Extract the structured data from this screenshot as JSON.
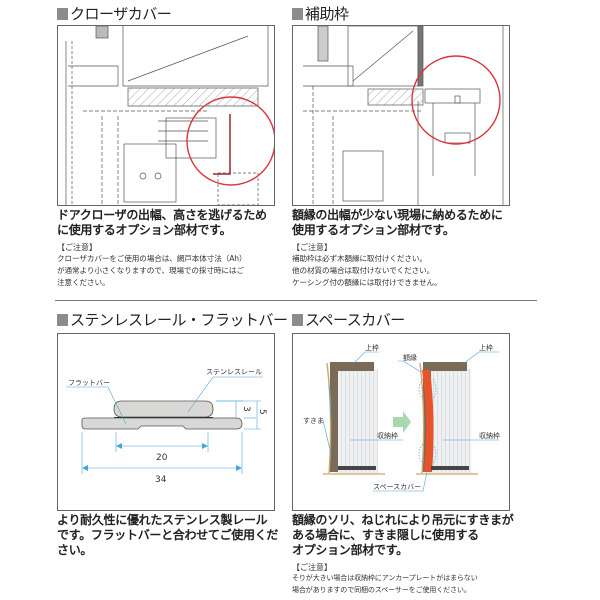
{
  "sections": [
    {
      "title": "クローザカバー",
      "description": [
        "ドアクローザの出幅、高さを逃げるため",
        "に使用するオプション部材です。"
      ],
      "note_heading": "【ご注意】",
      "notes": [
        "クローザカバーをご使用の場合は、網戸本体寸法（Ah）",
        "が通常より小さくなりますので、現場での採寸時にはご",
        "注意ください。"
      ]
    },
    {
      "title": "補助枠",
      "description": [
        "額縁の出幅が少ない現場に納めるために",
        "使用するオプション部材です。"
      ],
      "note_heading": "【ご注意】",
      "notes": [
        "補助枠は必ず木額縁に取付けください。",
        "他の材質の場合は取付けないでください。",
        "ケーシング付の額縁には取付けできません。"
      ]
    },
    {
      "title": "ステンレスレール・フラットバー",
      "description": [
        "より耐久性に優れたステンレス製レール",
        "です。フラットバーと合わせてご使用くだ",
        "さい。"
      ],
      "diagram": {
        "label_flatbar": "フラットバー",
        "label_rail": "ステンレスレール",
        "dim_inner": "20",
        "dim_outer": "34",
        "dim_rail_height": "3",
        "dim_total_height": "5"
      }
    },
    {
      "title": "スペースカバー",
      "description": [
        "額縁のソリ、ねじれにより吊元にすきまが",
        "ある場合に、すきま隠しに使用する",
        "オプション部材です。"
      ],
      "note_heading": "【ご注意】",
      "notes": [
        "そりが大きい場合は収納枠にアンカープレートがはまらない",
        "場合がありますので同梱のスペーサーをご使用ください。"
      ],
      "diagram": {
        "label_top_frame_left": "上枠",
        "label_top_frame_right": "上枠",
        "label_gap": "すきま",
        "label_casing": "額縁",
        "label_storage_frame_left": "収納枠",
        "label_storage_frame_right": "収納枠",
        "label_space_cover": "スペースカバー"
      }
    }
  ],
  "colors": {
    "highlight_circle": "#d9363a",
    "space_cover": "#e8532a",
    "frame_brown": "#7a6a58",
    "leader_blue": "#4aa3d8",
    "arrow_green": "#a8d8b0"
  }
}
